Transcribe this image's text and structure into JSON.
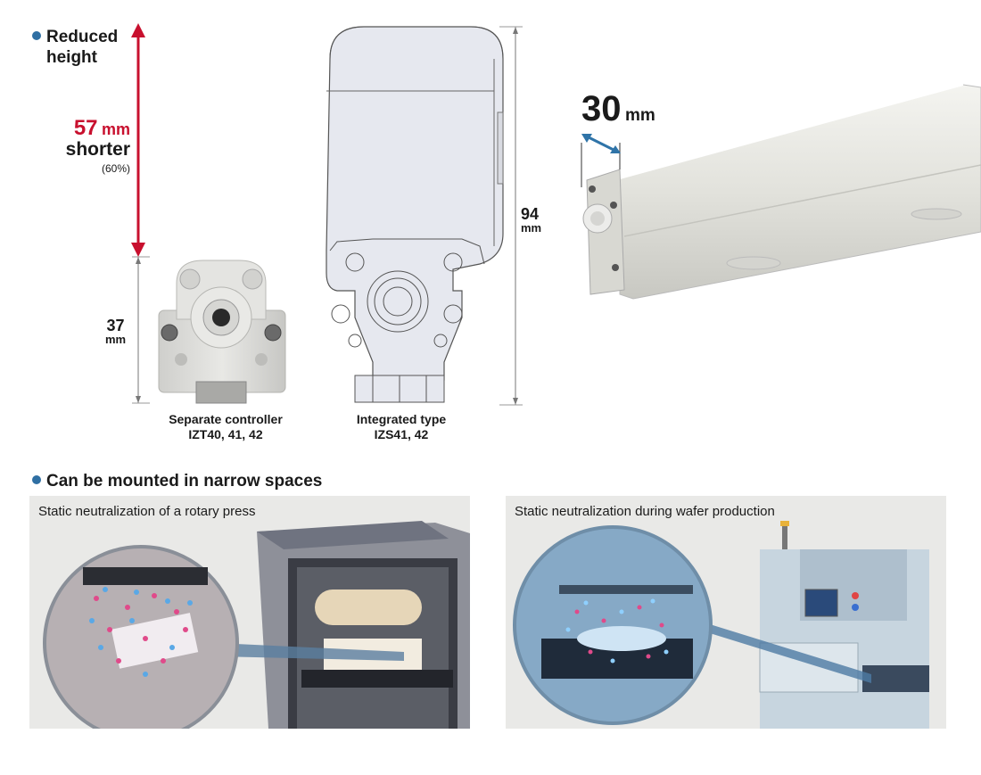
{
  "top_section": {
    "heading_line1": "Reduced",
    "heading_line2": "height",
    "reduction_value": "57",
    "reduction_unit": "mm",
    "reduction_word": "shorter",
    "reduction_percent": "(60%)",
    "dim_small_value": "37",
    "dim_small_unit": "mm",
    "dim_large_value": "94",
    "dim_large_unit": "mm",
    "separate_label_line1": "Separate controller",
    "separate_label_line2": "IZT40, 41, 42",
    "integrated_label_line1": "Integrated type",
    "integrated_label_line2": "IZS41, 42",
    "width_value": "30",
    "width_unit": "mm"
  },
  "bottom_section": {
    "heading": "Can be mounted in narrow spaces",
    "panels": [
      {
        "caption": "Static neutralization of a rotary press"
      },
      {
        "caption": "Static neutralization during wafer production"
      }
    ]
  },
  "colors": {
    "accent_red": "#c8102e",
    "bullet_blue": "#2f6fa3",
    "arrow_blue": "#2f74a8"
  }
}
